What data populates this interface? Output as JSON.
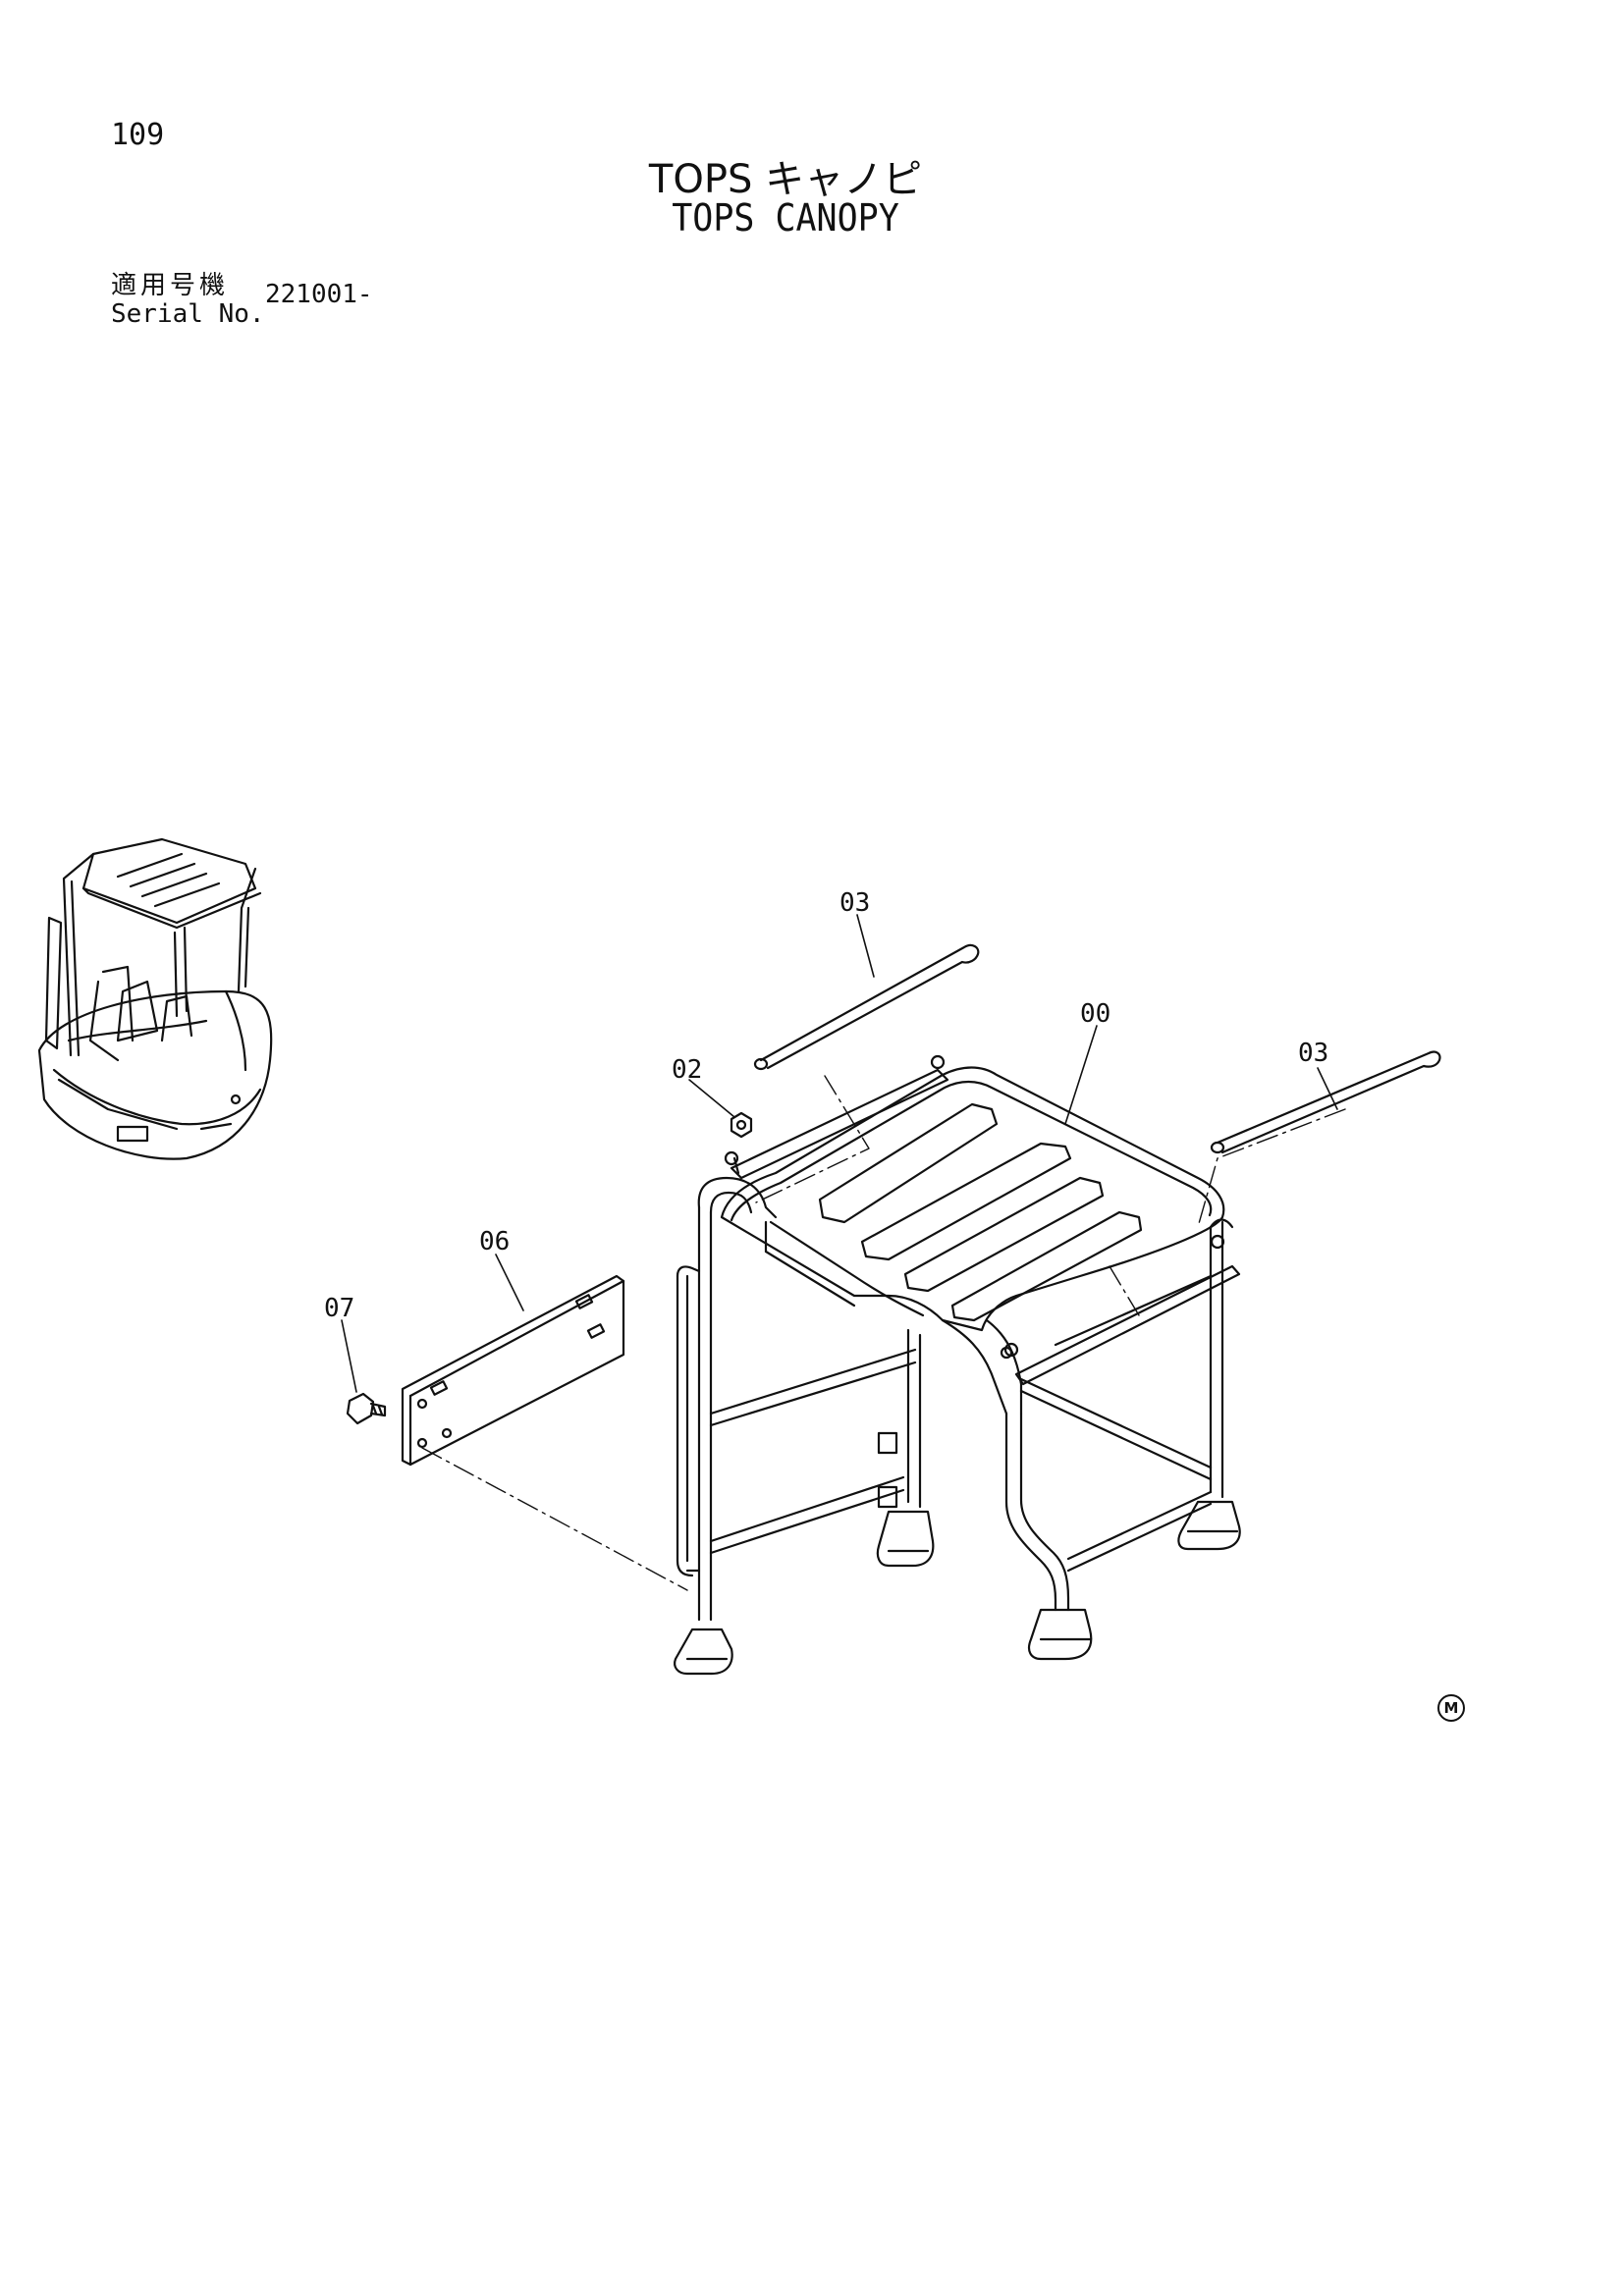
{
  "page_number": "109",
  "title_jp": "TOPS キャノピ",
  "title_en": "TOPS CANOPY",
  "serial": {
    "label_jp": "適用号機",
    "label_en": "Serial No.",
    "value": "221001-"
  },
  "callouts": {
    "c00": "00",
    "c02": "02",
    "c03a": "03",
    "c03b": "03",
    "c06": "06",
    "c07": "07"
  },
  "corner_mark": "M"
}
